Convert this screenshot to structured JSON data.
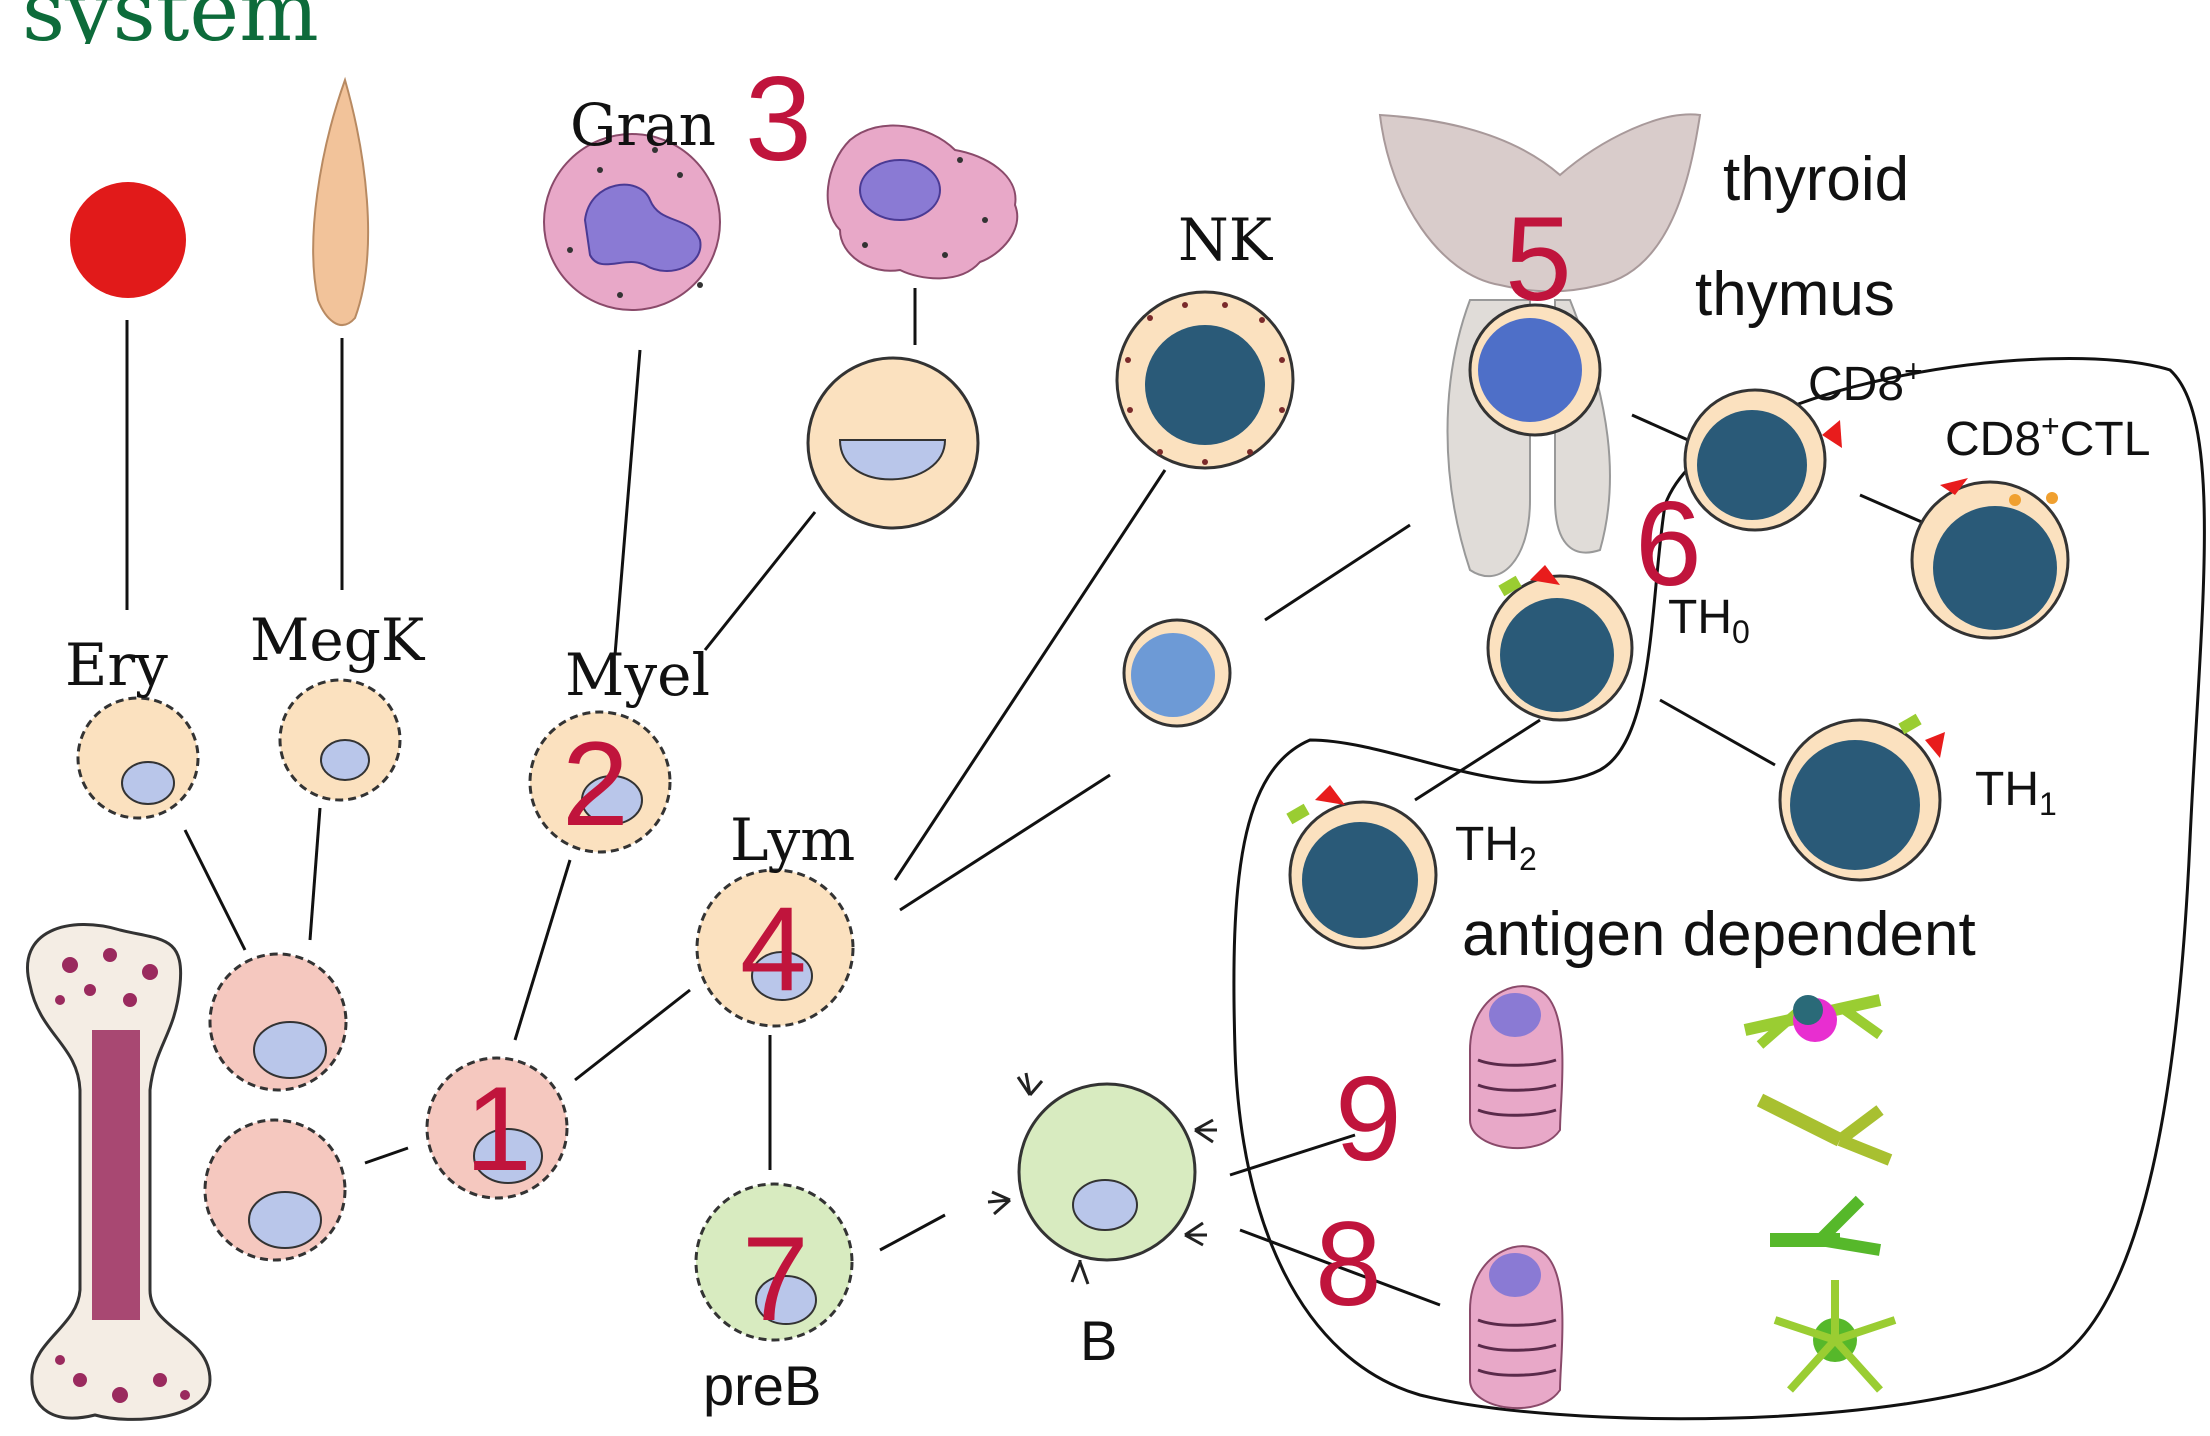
{
  "title_fragment": "system",
  "labels": {
    "ery": "Ery",
    "megk": "MegK",
    "gran": "Gran",
    "myel": "Myel",
    "lym": "Lym",
    "nk": "NK",
    "preb": "preB",
    "b": "B",
    "thyroid": "thyroid",
    "thymus": "thymus",
    "cd8_base": "CD8",
    "cd8_sup": "+",
    "cd8ctl_base": "CD8",
    "cd8ctl_sup": "+",
    "cd8ctl_tail": "CTL",
    "th0_base": "TH",
    "th0_sub": "0",
    "th1_base": "TH",
    "th1_sub": "1",
    "th2_base": "TH",
    "th2_sub": "2",
    "antigen_dependent": "antigen dependent"
  },
  "numbers": {
    "n1": "1",
    "n2": "2",
    "n3": "3",
    "n4": "4",
    "n5": "5",
    "n6": "6",
    "n7": "7",
    "n8": "8",
    "n9": "9"
  },
  "colors": {
    "title": "#0d6b3a",
    "numerals": "#c0143c",
    "erythrocyte": "#e11a1a",
    "megakaryocyte": "#f2c39a",
    "progenitor_pink": "#f5c8bf",
    "precursor_peach": "#fbe1bf",
    "preb_green": "#d8ebc0",
    "nucleus_light": "#b9c6ea",
    "nucleus_blue": "#6d9ad6",
    "nucleus_dark": "#2a5a78",
    "granulocyte": "#e8a8c8",
    "gland_gray": "#d9cccb",
    "receptor_red": "#e81c1c",
    "receptor_green": "#9acd32"
  }
}
